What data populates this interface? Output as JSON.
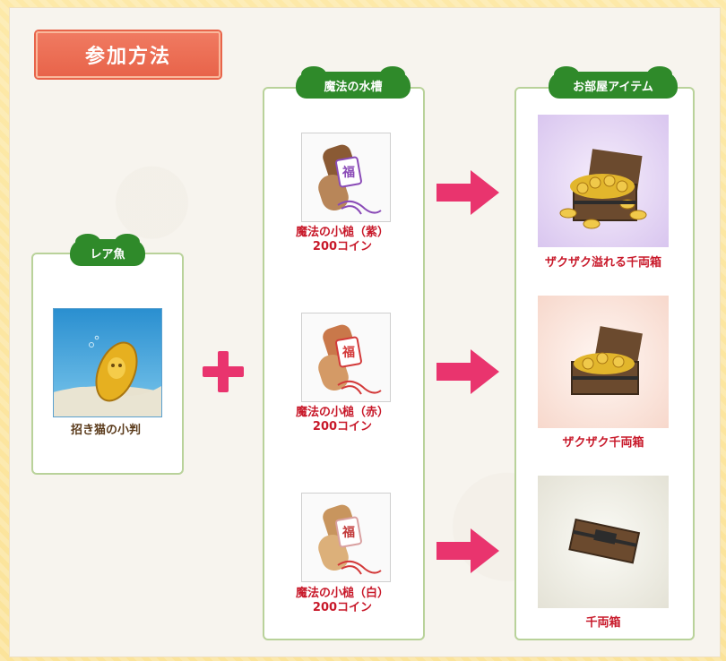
{
  "page": {
    "title": "参加方法"
  },
  "panels": {
    "rare_fish": {
      "badge": "レア魚",
      "item": {
        "label": "招き猫の小判"
      }
    },
    "magic_tank": {
      "badge": "魔法の水槽",
      "items": [
        {
          "line1": "魔法の小槌（紫）",
          "line2": "200コイン",
          "ribbon_color": "#8a4bb7"
        },
        {
          "line1": "魔法の小槌（赤）",
          "line2": "200コイン",
          "ribbon_color": "#d33a3a"
        },
        {
          "line1": "魔法の小槌（白）",
          "line2": "200コイン",
          "ribbon_color": "#d33a3a"
        }
      ]
    },
    "room_items": {
      "badge": "お部屋アイテム",
      "items": [
        {
          "label": "ザクザク溢れる千両箱"
        },
        {
          "label": "ザクザク千両箱"
        },
        {
          "label": "千両箱"
        }
      ]
    }
  },
  "colors": {
    "accent_red": "#c8192a",
    "badge_green": "#2f8a2a",
    "arrow_pink": "#e9346e",
    "title_orange": "#e8644a"
  }
}
